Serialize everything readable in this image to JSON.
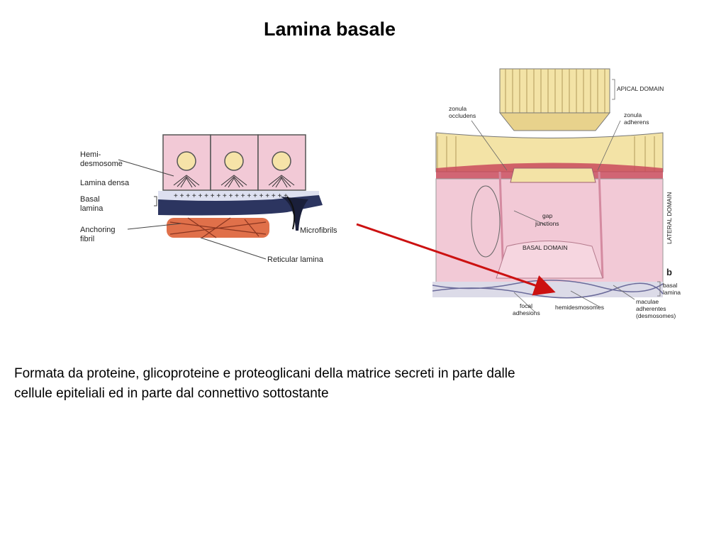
{
  "title": "Lamina basale",
  "left_figure": {
    "labels": {
      "hemidesmosome_1": "Hemi-",
      "hemidesmosome_2": "desmosome",
      "lamina_densa": "Lamina densa",
      "basal_1": "Basal",
      "basal_2": "lamina",
      "anchoring_1": "Anchoring",
      "anchoring_2": "fibril",
      "microfibrils": "Microfibrils",
      "reticular_lamina": "Reticular lamina"
    }
  },
  "right_figure": {
    "labels": {
      "apical_domain": "APICAL DOMAIN",
      "zonula_occludens_1": "zonula",
      "zonula_occludens_2": "occludens",
      "zonula_adherens_1": "zonula",
      "zonula_adherens_2": "adherens",
      "lateral_domain": "LATERAL DOMAIN",
      "gap_1": "gap",
      "gap_2": "junctions",
      "basal_domain": "BASAL DOMAIN",
      "panel_letter": "b",
      "basal_lamina_1": "basal",
      "basal_lamina_2": "lamina",
      "focal_1": "focal",
      "focal_2": "adhesions",
      "hemidesmosomes": "hemidesmosomes",
      "maculae_1": "maculae",
      "maculae_2": "adherentes",
      "maculae_3": "(desmosomes)"
    }
  },
  "colors": {
    "arrow": "#cc1111",
    "cell_pink": "#f2c9d6",
    "nucleus": "#f6e3a8",
    "reticular": "#e0704a",
    "apical_yellow": "#f3e3a6"
  },
  "caption": {
    "line1": "Formata da proteine, glicoproteine e proteoglicani della matrice secreti in parte dalle",
    "line2": "cellule epiteliali ed in parte dal connettivo sottostante"
  }
}
